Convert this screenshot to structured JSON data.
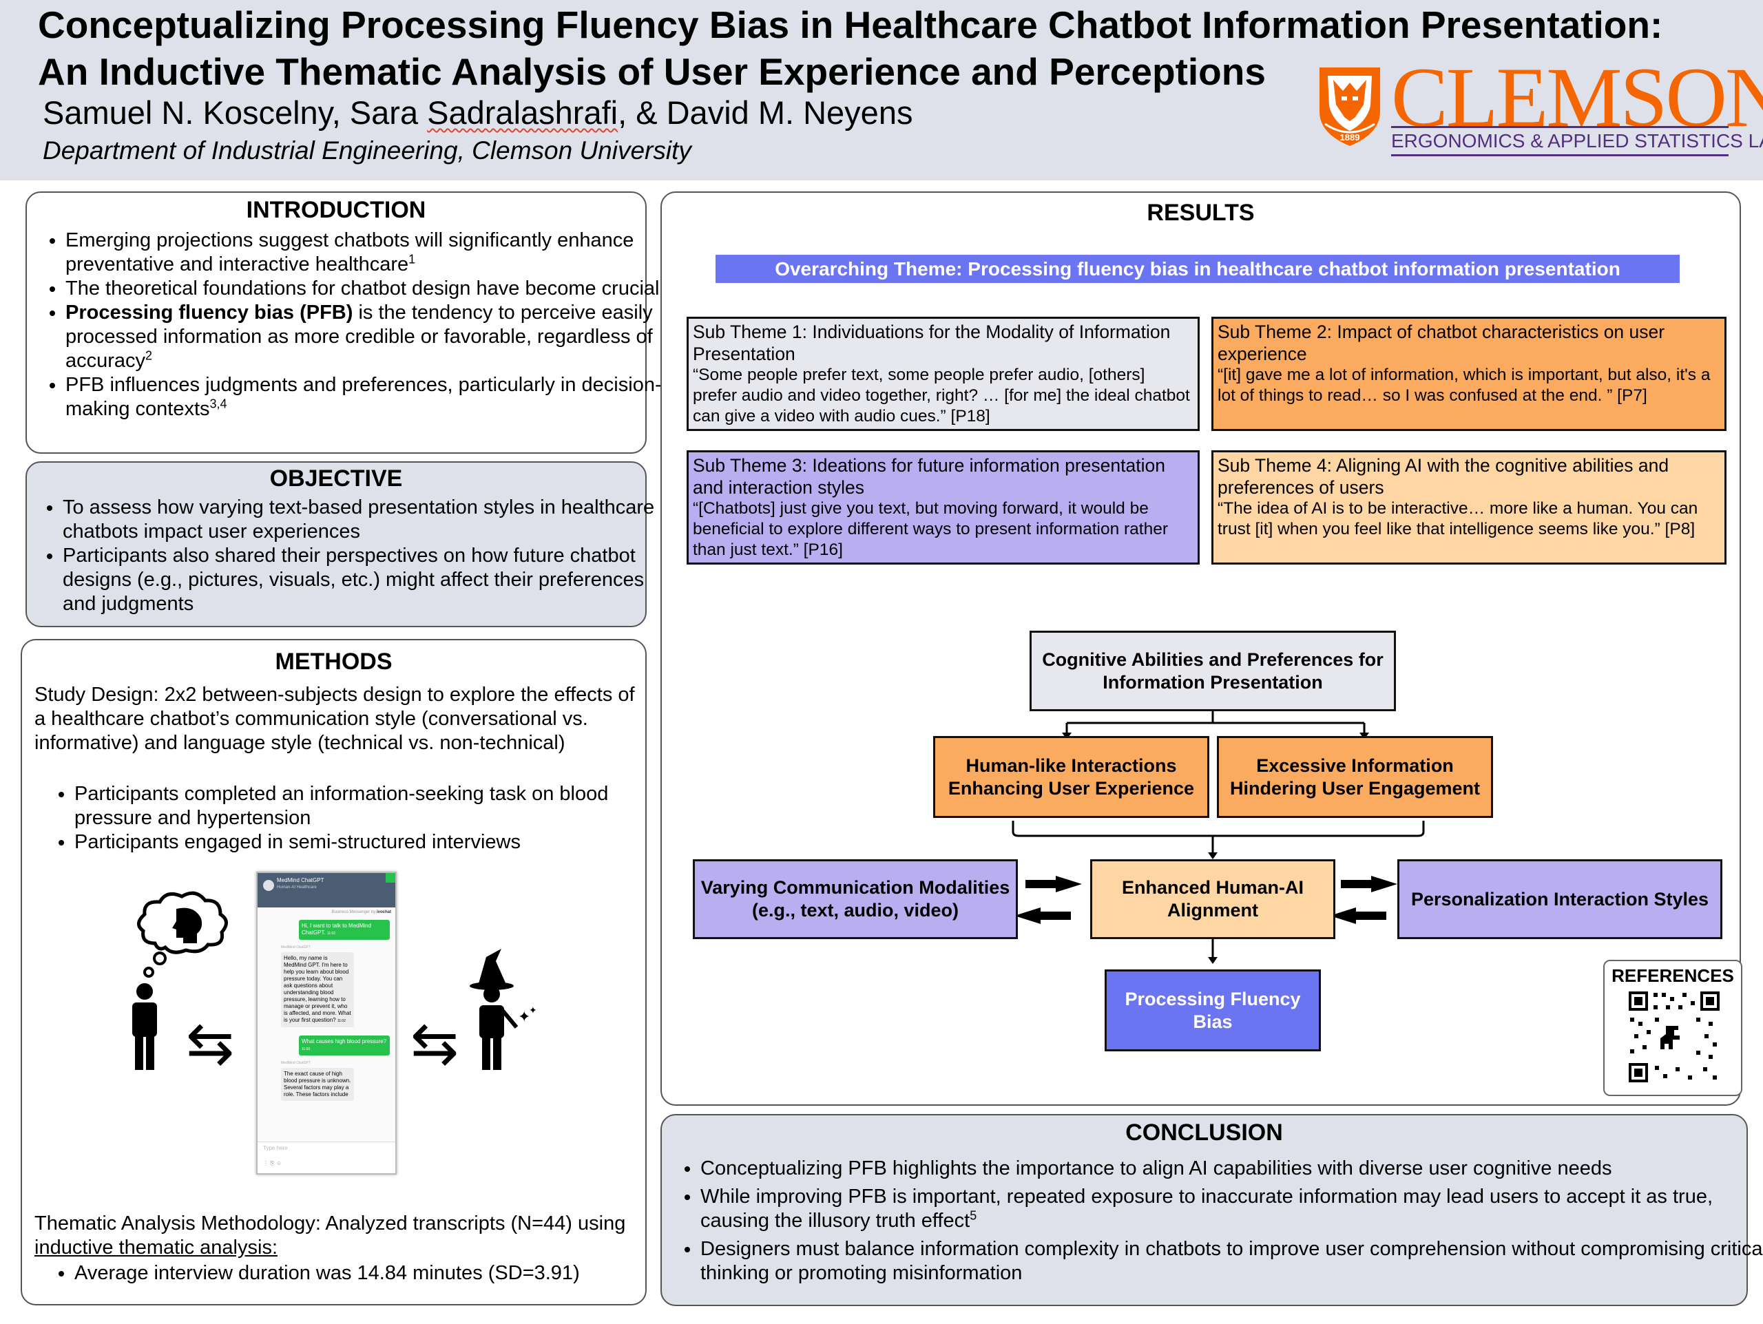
{
  "header": {
    "title_line1": "Conceptualizing Processing Fluency Bias in Healthcare Chatbot Information Presentation:",
    "title_line2": "An Inductive Thematic Analysis of User Experience and Perceptions",
    "authors_a": "Samuel N. Koscelny, Sara ",
    "authors_b": "Sadralashrafi",
    "authors_c": ", & David M. Neyens",
    "department": "Department of Industrial Engineering, Clemson University",
    "logo_word": "CLEMSON",
    "logo_lab": "ERGONOMICS & APPLIED STATISTICS LAB",
    "logo_year": "1889"
  },
  "introduction": {
    "title": "INTRODUCTION",
    "b1": "Emerging projections suggest chatbots will significantly enhance preventative and interactive healthcare",
    "b1_sup": "1",
    "b2": "The theoretical foundations for chatbot design have become crucial",
    "b3_bold": "Processing fluency bias (PFB)",
    "b3_rest": " is the tendency to perceive easily processed information as more credible or favorable, regardless of accuracy",
    "b3_sup": "2",
    "b4": "PFB influences judgments and preferences, particularly in decision-making contexts",
    "b4_sup": "3,4"
  },
  "objective": {
    "title": "OBJECTIVE",
    "b1": "To assess how varying text-based presentation styles in healthcare chatbots impact user experiences",
    "b2": "Participants also shared their perspectives on how future chatbot designs (e.g., pictures, visuals, etc.) might affect their preferences and judgments"
  },
  "methods": {
    "title": "METHODS",
    "design": "Study Design: 2x2 between-subjects design to explore the effects of a healthcare chatbot’s communication style (conversational vs. informative) and language style (technical vs. non-technical)",
    "b1": "Participants completed an information-seeking task on blood pressure and hypertension",
    "b2": "Participants engaged in semi-structured interviews",
    "analysis_a": "Thematic Analysis Methodology: Analyzed transcripts (N=44) using ",
    "analysis_link": "inductive thematic analysis:",
    "b3": "Average interview duration was 14.84 minutes (SD=3.91)",
    "arrows_left": "⇆",
    "arrows_right": "⇆",
    "chat": {
      "bot_name": "MedMind ChatGPT",
      "bot_sub": "Human-AI Healthcare",
      "business": "Business Messenger by ",
      "brand": "ivochat",
      "u1": "Hi, I want to talk to MedMind ChatGPT.",
      "t1": "11:02",
      "sender": "MedMind ChatGPT",
      "b1": "Hello, my name is MedMind GPT. I'm here to help you learn about blood pressure today. You can ask questions about understanding blood pressure, learning how to manage or prevent it, who is affected, and more. What is your first question?",
      "t2": "11:02",
      "u2": "What causes high blood pressure?",
      "t3": "11:03",
      "b2": "The exact cause of high blood pressure is unknown. Several factors may play a role. These factors include",
      "input": "Type here"
    }
  },
  "results": {
    "title": "RESULTS",
    "theme": "Overarching Theme: Processing fluency bias in healthcare chatbot information presentation",
    "s1_title": "Sub Theme 1: Individuations for the Modality of Information Presentation",
    "s1_quote": "“Some people prefer text, some people prefer audio, [others] prefer audio and video together, right? … [for me] the ideal chatbot can give a video with audio cues.” [P18]",
    "s2_title": "Sub Theme 2: Impact of chatbot characteristics on user experience",
    "s2_quote": "“[it] gave me a lot of information, which is important, but also, it's a lot of things to read… so I was confused at the end. ” [P7]",
    "s3_title": "Sub Theme 3: Ideations for future information presentation and interaction styles",
    "s3_quote": "“[Chatbots] just give you text, but moving forward, it would be beneficial to explore different ways to present information rather than just text.” [P16]",
    "s4_title": "Sub Theme 4: Aligning AI with the cognitive abilities and preferences of users",
    "s4_quote": "“The idea of AI is to be interactive… more like a human. You can trust [it] when you feel like that intelligence seems like you.” [P8]",
    "f_top": "Cognitive Abilities and Preferences for Information Presentation",
    "f_human": "Human-like Interactions Enhancing User Experience",
    "f_excess": "Excessive Information Hindering User Engagement",
    "f_varying": "Varying Communication Modalities (e.g., text, audio, video)",
    "f_enhanced": "Enhanced Human-AI Alignment",
    "f_personal": "Personalization Interaction Styles",
    "f_pfb": "Processing Fluency Bias",
    "references": "REFERENCES"
  },
  "conclusion": {
    "title": "CONCLUSION",
    "b1": "Conceptualizing PFB highlights the importance to align AI capabilities with diverse user cognitive needs",
    "b2": "While improving PFB is important, repeated exposure to inaccurate information may lead users to accept it as true, causing the illusory truth effect",
    "b2_sup": "5",
    "b3": "Designers must balance information complexity in chatbots to improve user comprehension without compromising critical thinking or promoting misinformation"
  },
  "colors": {
    "header_bg": "#dfe1ea",
    "clemson_orange": "#f56600",
    "clemson_purple": "#522d80",
    "theme_blue": "#6b75f2",
    "orange_box": "#fbab5f",
    "peach_box": "#fdd6a4",
    "lavender_box": "#b9aff0",
    "gray_box": "#e7e8ee",
    "chat_green": "#27c24c"
  }
}
